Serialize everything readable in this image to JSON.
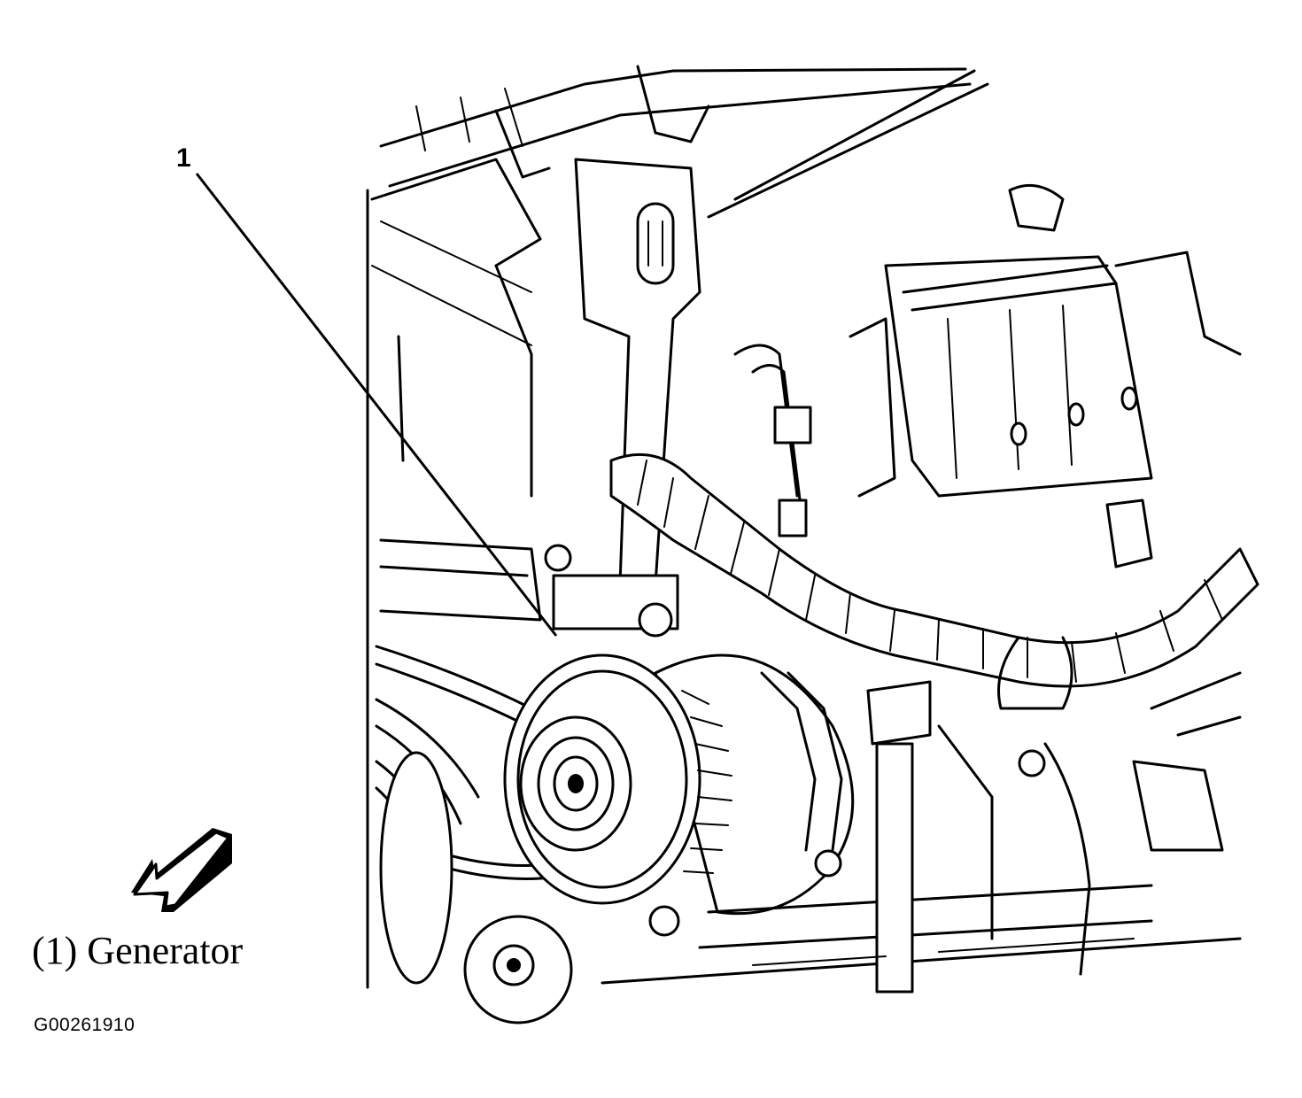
{
  "callout": {
    "number": "1"
  },
  "legend": {
    "items": [
      {
        "text": "(1) Generator"
      }
    ]
  },
  "figure": {
    "id": "G00261910",
    "orientation_icon": "front-direction-arrow-icon"
  }
}
